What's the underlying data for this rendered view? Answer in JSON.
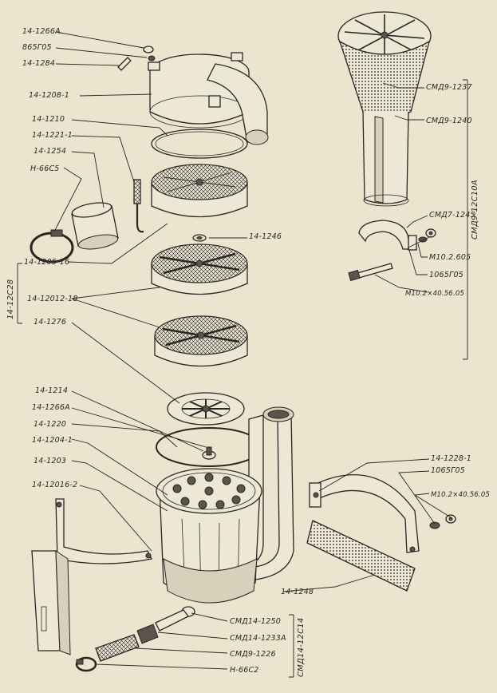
{
  "drawing": {
    "background": "#ece4cf",
    "ink": "#2a2622"
  },
  "callouts": {
    "c1": "14-1266А",
    "c2": "865Г05",
    "c3": "14-1284",
    "c4": "14-1208-1",
    "c5": "14-1210",
    "c6": "14-1221-1",
    "c7": "14-1254",
    "c8": "Н-66С5",
    "c9": "14-1246",
    "c10": "14-1205-16",
    "c11": "14-12012-18",
    "c12": "14-1276",
    "c13": "14-1214",
    "c14": "14-1266А",
    "c15": "14-1220",
    "c16": "14-1204-1",
    "c17": "14-1203",
    "c18": "14-12016-2",
    "c19": "СМД9-1237",
    "c20": "СМД9-1240",
    "c21": "СМД7-1245",
    "c22": "М10.2.605",
    "c23": "1065Г05",
    "c24": "М10.2×40.56.05",
    "c25": "14-1228-1",
    "c26": "1065Г05",
    "c27": "М10.2×40.56.05",
    "c28": "14-1248",
    "c29": "СМД14-1250",
    "c30": "СМД14-1233А",
    "c31": "СМД9-1226",
    "c32": "Н-66С2"
  },
  "assembly_labels": {
    "main": "14-12С28",
    "precleaner": "СМД9-12С10А",
    "hose": "СМД14-12С14"
  }
}
